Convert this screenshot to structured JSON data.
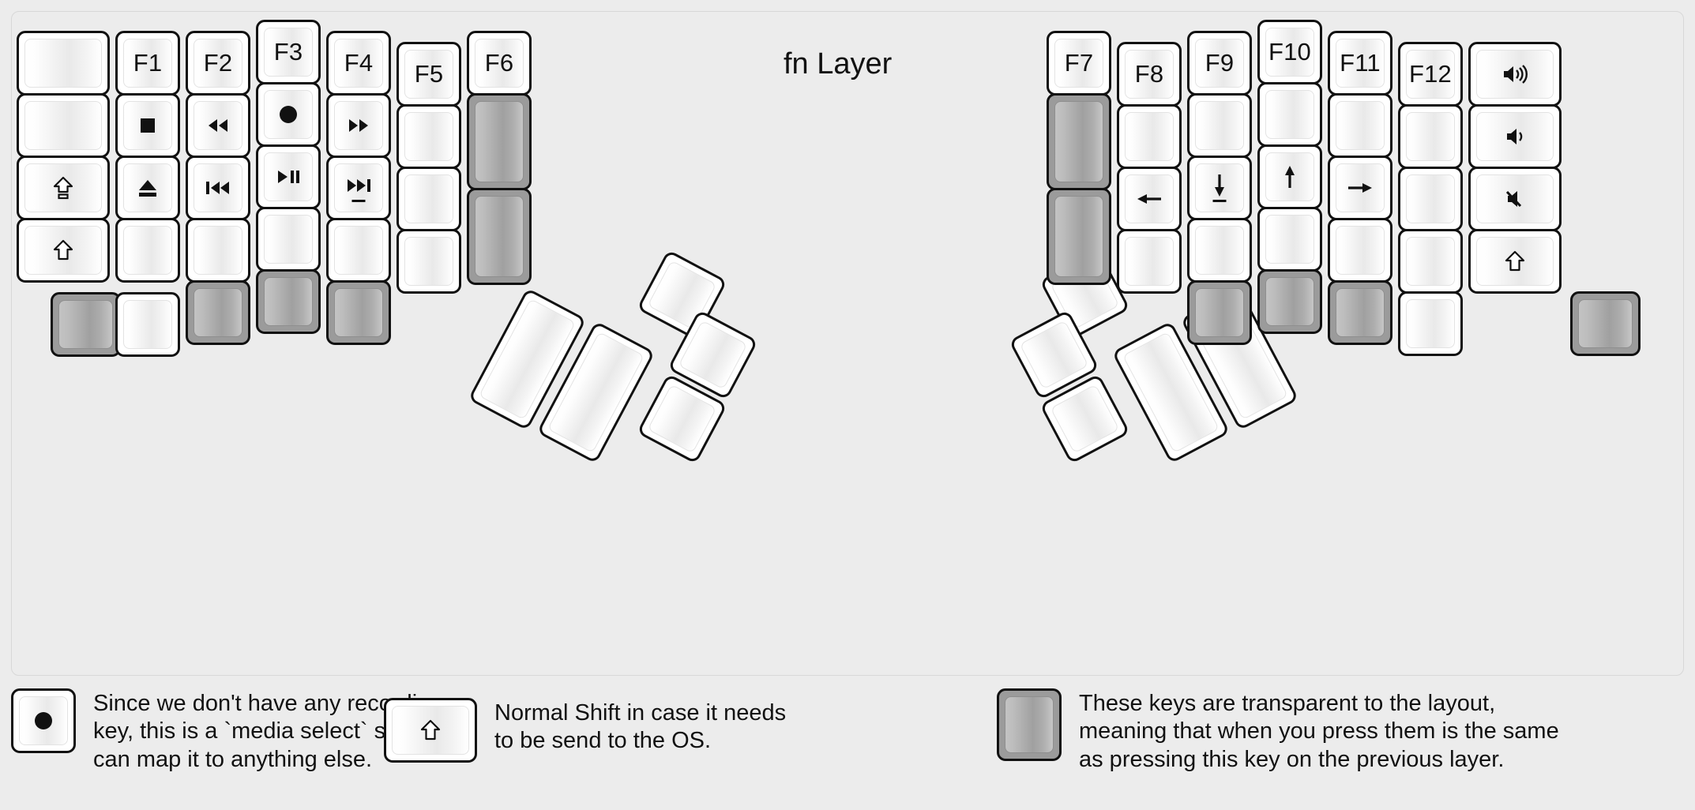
{
  "title": "fn Layer",
  "colors": {
    "background": "#ececec",
    "key_face": "#ffffff",
    "key_outline": "#111111",
    "transparent_key": "#9b9b9b",
    "text": "#111111"
  },
  "left_half": {
    "columns": [
      {
        "name": "col-pinky-outer",
        "keys": [
          {
            "label": "",
            "icon": "",
            "type": "blank"
          },
          {
            "label": "",
            "icon": "",
            "type": "blank"
          },
          {
            "label": "",
            "icon": "caps-lock-icon",
            "type": "icon"
          },
          {
            "label": "",
            "icon": "shift-icon",
            "type": "icon"
          },
          {
            "label": "",
            "icon": "",
            "type": "transparent"
          }
        ]
      },
      {
        "name": "col-pinky",
        "keys": [
          {
            "label": "F1",
            "icon": "",
            "type": "text"
          },
          {
            "label": "",
            "icon": "media-stop-icon",
            "type": "icon"
          },
          {
            "label": "",
            "icon": "media-eject-icon",
            "type": "icon"
          },
          {
            "label": "",
            "icon": "",
            "type": "blank"
          },
          {
            "label": "",
            "icon": "",
            "type": "blank"
          }
        ]
      },
      {
        "name": "col-ring",
        "keys": [
          {
            "label": "F2",
            "icon": "",
            "type": "text"
          },
          {
            "label": "",
            "icon": "media-rewind-icon",
            "type": "icon"
          },
          {
            "label": "",
            "icon": "media-prev-track-icon",
            "type": "icon"
          },
          {
            "label": "",
            "icon": "",
            "type": "blank"
          },
          {
            "label": "",
            "icon": "",
            "type": "transparent"
          }
        ]
      },
      {
        "name": "col-middle",
        "keys": [
          {
            "label": "F3",
            "icon": "",
            "type": "text"
          },
          {
            "label": "",
            "icon": "media-record-icon",
            "type": "icon"
          },
          {
            "label": "",
            "icon": "media-play-pause-icon",
            "type": "icon"
          },
          {
            "label": "",
            "icon": "",
            "type": "blank"
          },
          {
            "label": "",
            "icon": "",
            "type": "transparent"
          }
        ]
      },
      {
        "name": "col-index",
        "keys": [
          {
            "label": "F4",
            "icon": "",
            "type": "text"
          },
          {
            "label": "",
            "icon": "media-fast-forward-icon",
            "type": "icon"
          },
          {
            "label": "",
            "icon": "media-next-track-icon",
            "type": "icon"
          },
          {
            "label": "",
            "icon": "",
            "type": "blank"
          },
          {
            "label": "",
            "icon": "",
            "type": "transparent"
          }
        ]
      },
      {
        "name": "col-inner-1",
        "keys": [
          {
            "label": "F5",
            "icon": "",
            "type": "text"
          },
          {
            "label": "",
            "icon": "",
            "type": "blank"
          },
          {
            "label": "",
            "icon": "",
            "type": "blank"
          },
          {
            "label": "",
            "icon": "",
            "type": "blank"
          }
        ]
      },
      {
        "name": "col-inner-2",
        "keys": [
          {
            "label": "F6",
            "icon": "",
            "type": "text"
          },
          {
            "label": "",
            "icon": "",
            "type": "transparent-tall"
          },
          {
            "label": "",
            "icon": "",
            "type": "transparent-tall"
          }
        ]
      }
    ],
    "thumb_cluster": [
      {
        "name": "thumb-big-1",
        "label": "",
        "type": "blank"
      },
      {
        "name": "thumb-big-2",
        "label": "",
        "type": "blank"
      },
      {
        "name": "thumb-small-top",
        "label": "",
        "type": "blank"
      },
      {
        "name": "thumb-small-mid",
        "label": "",
        "type": "blank"
      },
      {
        "name": "thumb-small-bottom",
        "label": "",
        "type": "blank"
      }
    ]
  },
  "right_half": {
    "columns": [
      {
        "name": "col-inner-2",
        "keys": [
          {
            "label": "F7",
            "icon": "",
            "type": "text"
          },
          {
            "label": "",
            "icon": "",
            "type": "transparent-tall"
          },
          {
            "label": "",
            "icon": "",
            "type": "transparent-tall"
          }
        ]
      },
      {
        "name": "col-inner-1",
        "keys": [
          {
            "label": "F8",
            "icon": "",
            "type": "text"
          },
          {
            "label": "",
            "icon": "",
            "type": "blank"
          },
          {
            "label": "",
            "icon": "arrow-left-icon",
            "type": "icon"
          },
          {
            "label": "",
            "icon": "",
            "type": "blank"
          }
        ]
      },
      {
        "name": "col-index",
        "keys": [
          {
            "label": "F9",
            "icon": "",
            "type": "text"
          },
          {
            "label": "",
            "icon": "",
            "type": "blank"
          },
          {
            "label": "",
            "icon": "arrow-down-icon",
            "type": "icon"
          },
          {
            "label": "",
            "icon": "",
            "type": "blank"
          },
          {
            "label": "",
            "icon": "",
            "type": "transparent"
          }
        ]
      },
      {
        "name": "col-middle",
        "keys": [
          {
            "label": "F10",
            "icon": "",
            "type": "text"
          },
          {
            "label": "",
            "icon": "",
            "type": "blank"
          },
          {
            "label": "",
            "icon": "arrow-up-icon",
            "type": "icon"
          },
          {
            "label": "",
            "icon": "",
            "type": "blank"
          },
          {
            "label": "",
            "icon": "",
            "type": "transparent"
          }
        ]
      },
      {
        "name": "col-ring",
        "keys": [
          {
            "label": "F11",
            "icon": "",
            "type": "text"
          },
          {
            "label": "",
            "icon": "",
            "type": "blank"
          },
          {
            "label": "",
            "icon": "arrow-right-icon",
            "type": "icon"
          },
          {
            "label": "",
            "icon": "",
            "type": "blank"
          },
          {
            "label": "",
            "icon": "",
            "type": "transparent"
          }
        ]
      },
      {
        "name": "col-pinky",
        "keys": [
          {
            "label": "F12",
            "icon": "",
            "type": "text"
          },
          {
            "label": "",
            "icon": "",
            "type": "blank"
          },
          {
            "label": "",
            "icon": "",
            "type": "blank"
          },
          {
            "label": "",
            "icon": "",
            "type": "blank"
          },
          {
            "label": "",
            "icon": "",
            "type": "blank"
          }
        ]
      },
      {
        "name": "col-pinky-outer",
        "keys": [
          {
            "label": "",
            "icon": "volume-up-icon",
            "type": "icon"
          },
          {
            "label": "",
            "icon": "volume-down-icon",
            "type": "icon"
          },
          {
            "label": "",
            "icon": "volume-mute-icon",
            "type": "icon"
          },
          {
            "label": "",
            "icon": "shift-icon",
            "type": "icon"
          },
          {
            "label": "",
            "icon": "",
            "type": "transparent"
          }
        ]
      }
    ],
    "thumb_cluster": [
      {
        "name": "thumb-big-1",
        "label": "",
        "type": "blank"
      },
      {
        "name": "thumb-big-2",
        "label": "",
        "type": "blank"
      },
      {
        "name": "thumb-small-top",
        "label": "",
        "type": "blank"
      },
      {
        "name": "thumb-small-mid",
        "label": "",
        "type": "blank"
      },
      {
        "name": "thumb-small-bottom",
        "label": "",
        "type": "blank"
      }
    ]
  },
  "notes": [
    {
      "id": "note-record",
      "sample_icon": "media-record-icon",
      "sample_type": "key",
      "text": "Since we don't have any recording\nkey, this is a `media select` so user\ncan map it to anything else."
    },
    {
      "id": "note-shift",
      "sample_icon": "shift-icon",
      "sample_type": "key-wide",
      "text": "Normal Shift in case it needs\nto be send to the OS."
    },
    {
      "id": "note-transparent",
      "sample_icon": "",
      "sample_type": "key-transparent",
      "text": "These keys are transparent to the layout,\nmeaning that when you press them is the same\nas pressing this key on the previous layer."
    }
  ]
}
